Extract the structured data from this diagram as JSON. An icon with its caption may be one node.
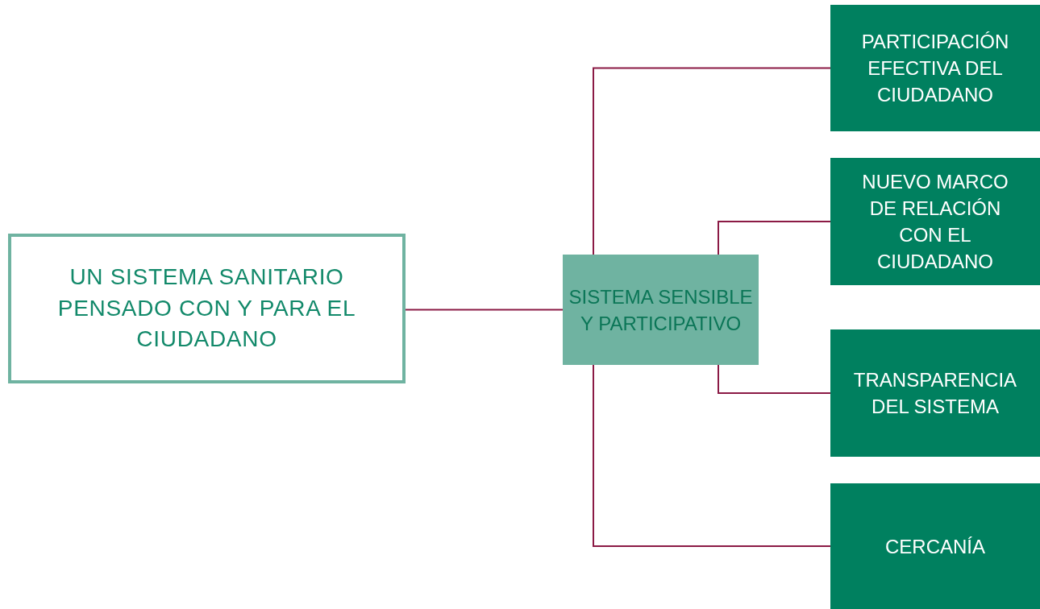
{
  "diagram": {
    "nodes": [
      {
        "text": [
          "UN SISTEMA SANITARIO PENSADO CON Y PARA EL CIUDADANO"
        ]
      },
      {
        "text": [
          "SISTEMA SENSIBLE Y PARTICIPATIVO"
        ]
      },
      {
        "text": [
          "PARTICIPACIÓN EFECTIVA DEL CIUDADANO"
        ]
      },
      {
        "text": [
          "NUEVO MARCO DE RELACIÓN CON EL CIUDADANO"
        ]
      },
      {
        "text": [
          "TRANSPARENCIA DEL SISTEMA"
        ]
      },
      {
        "text": [
          "CERCANÍA"
        ]
      }
    ],
    "edges": [
      {
        "from": 0,
        "to": 1,
        "arrow": "none"
      },
      {
        "from": 1,
        "to": 2,
        "arrow": "none"
      },
      {
        "from": 1,
        "to": 3,
        "arrow": "none"
      },
      {
        "from": 1,
        "to": 4,
        "arrow": "none"
      },
      {
        "from": 1,
        "to": 5,
        "arrow": "none"
      }
    ]
  }
}
